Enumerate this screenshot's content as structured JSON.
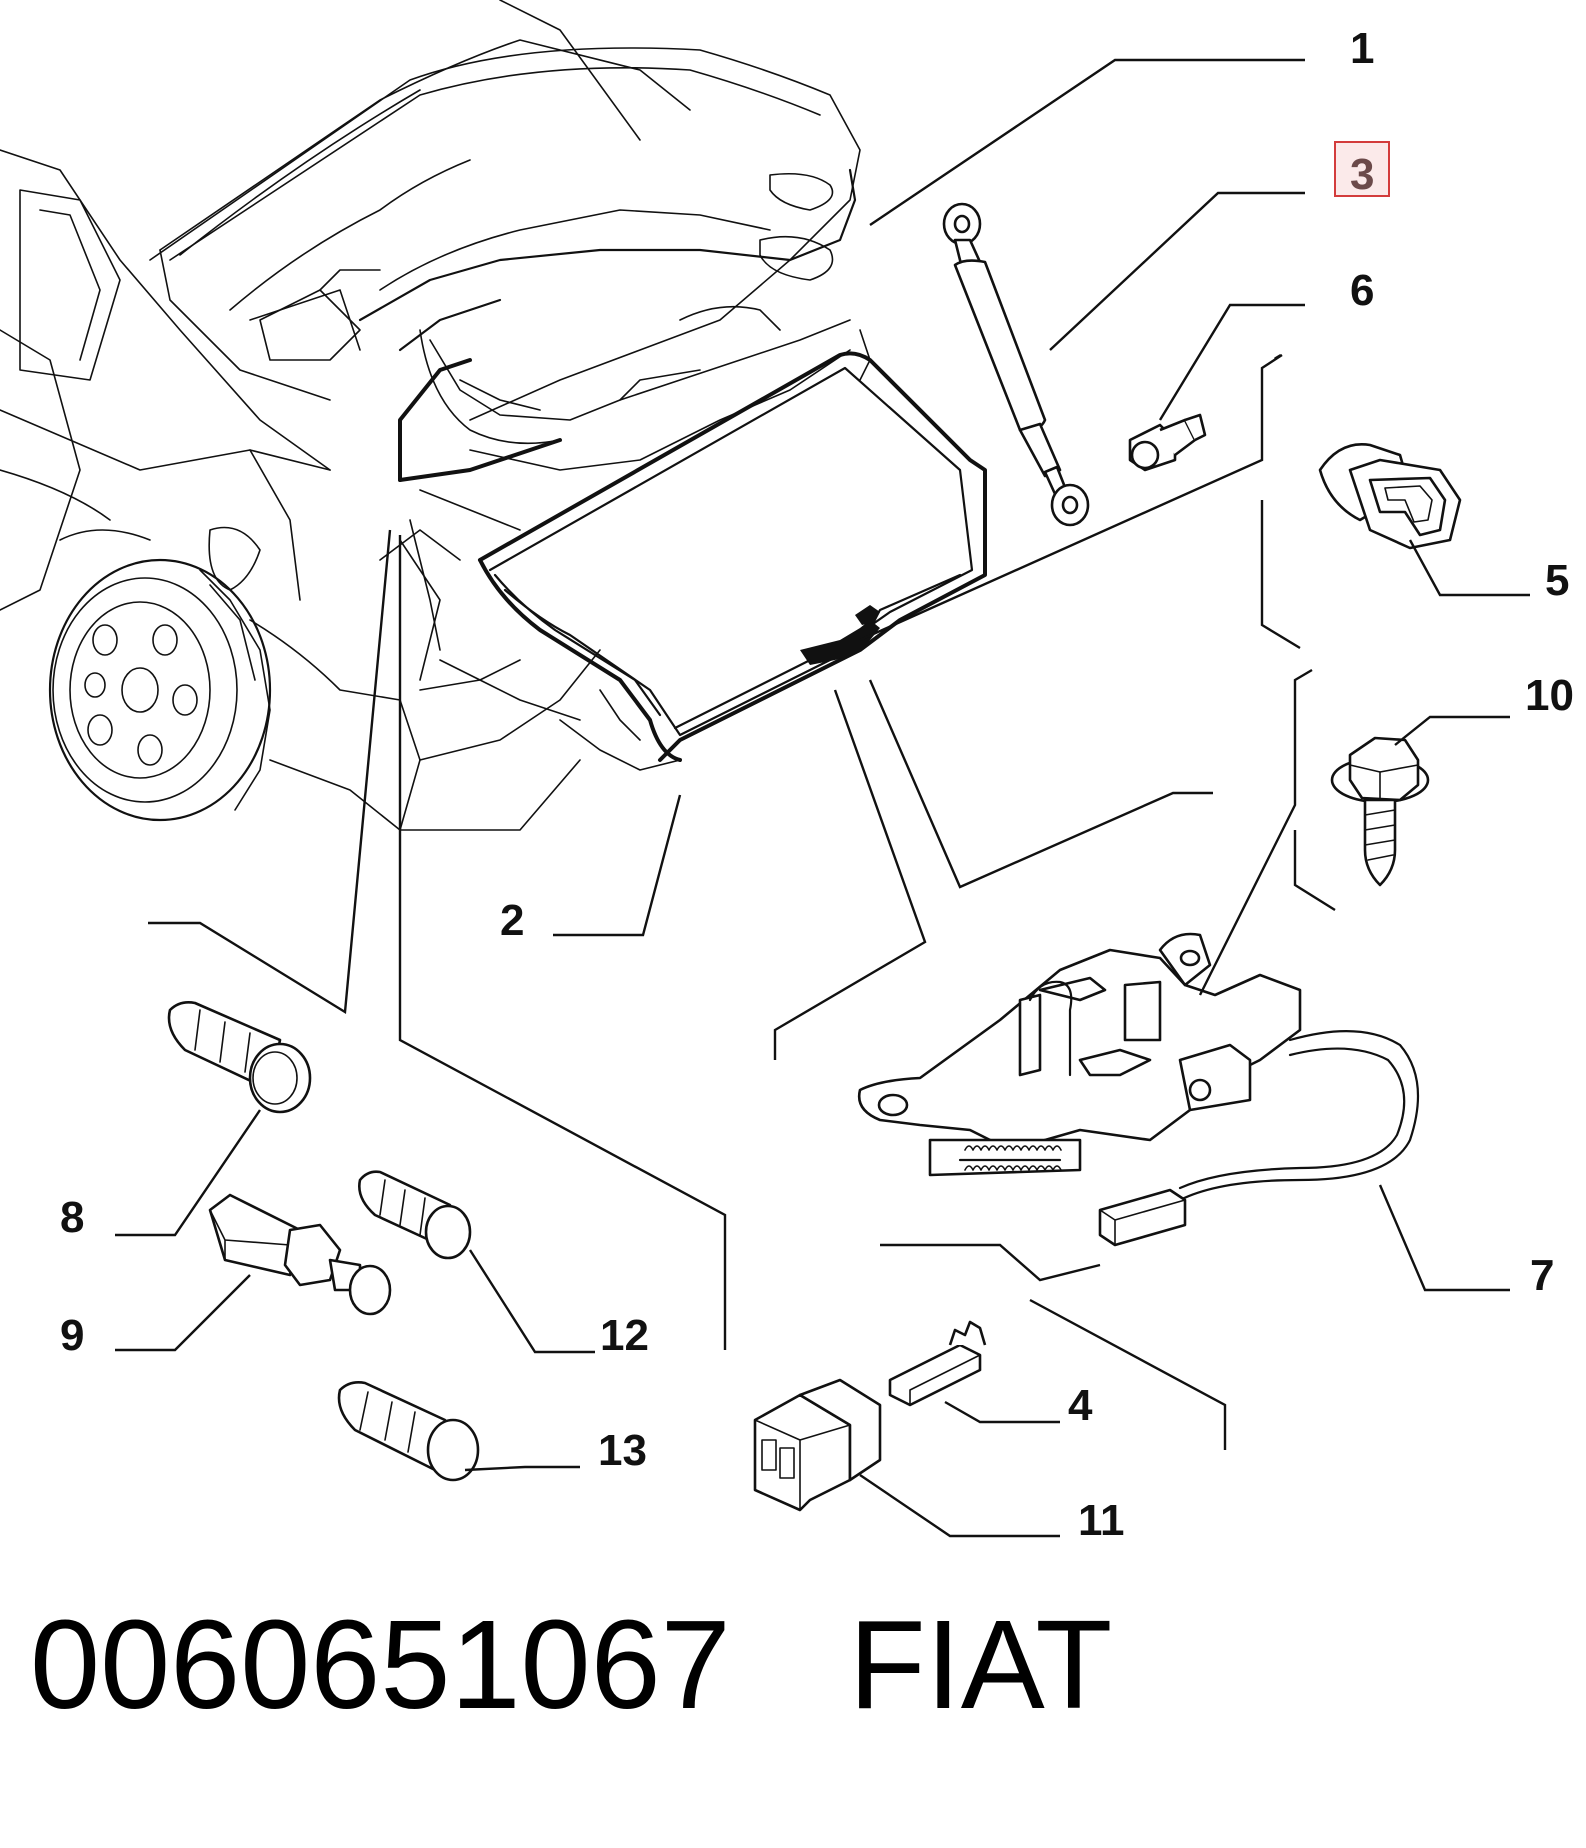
{
  "callouts": {
    "c1": "1",
    "c2": "2",
    "c3": "3",
    "c4": "4",
    "c5": "5",
    "c6": "6",
    "c7": "7",
    "c8": "8",
    "c9": "9",
    "c10": "10",
    "c11": "11",
    "c12": "12",
    "c13": "13"
  },
  "highlighted_callout": "3",
  "footer": {
    "part_number": "0060651067",
    "brand": "FIAT"
  },
  "colors": {
    "line": "#111111",
    "highlight_border": "#d33c3c",
    "highlight_fill": "#fbeaea"
  }
}
